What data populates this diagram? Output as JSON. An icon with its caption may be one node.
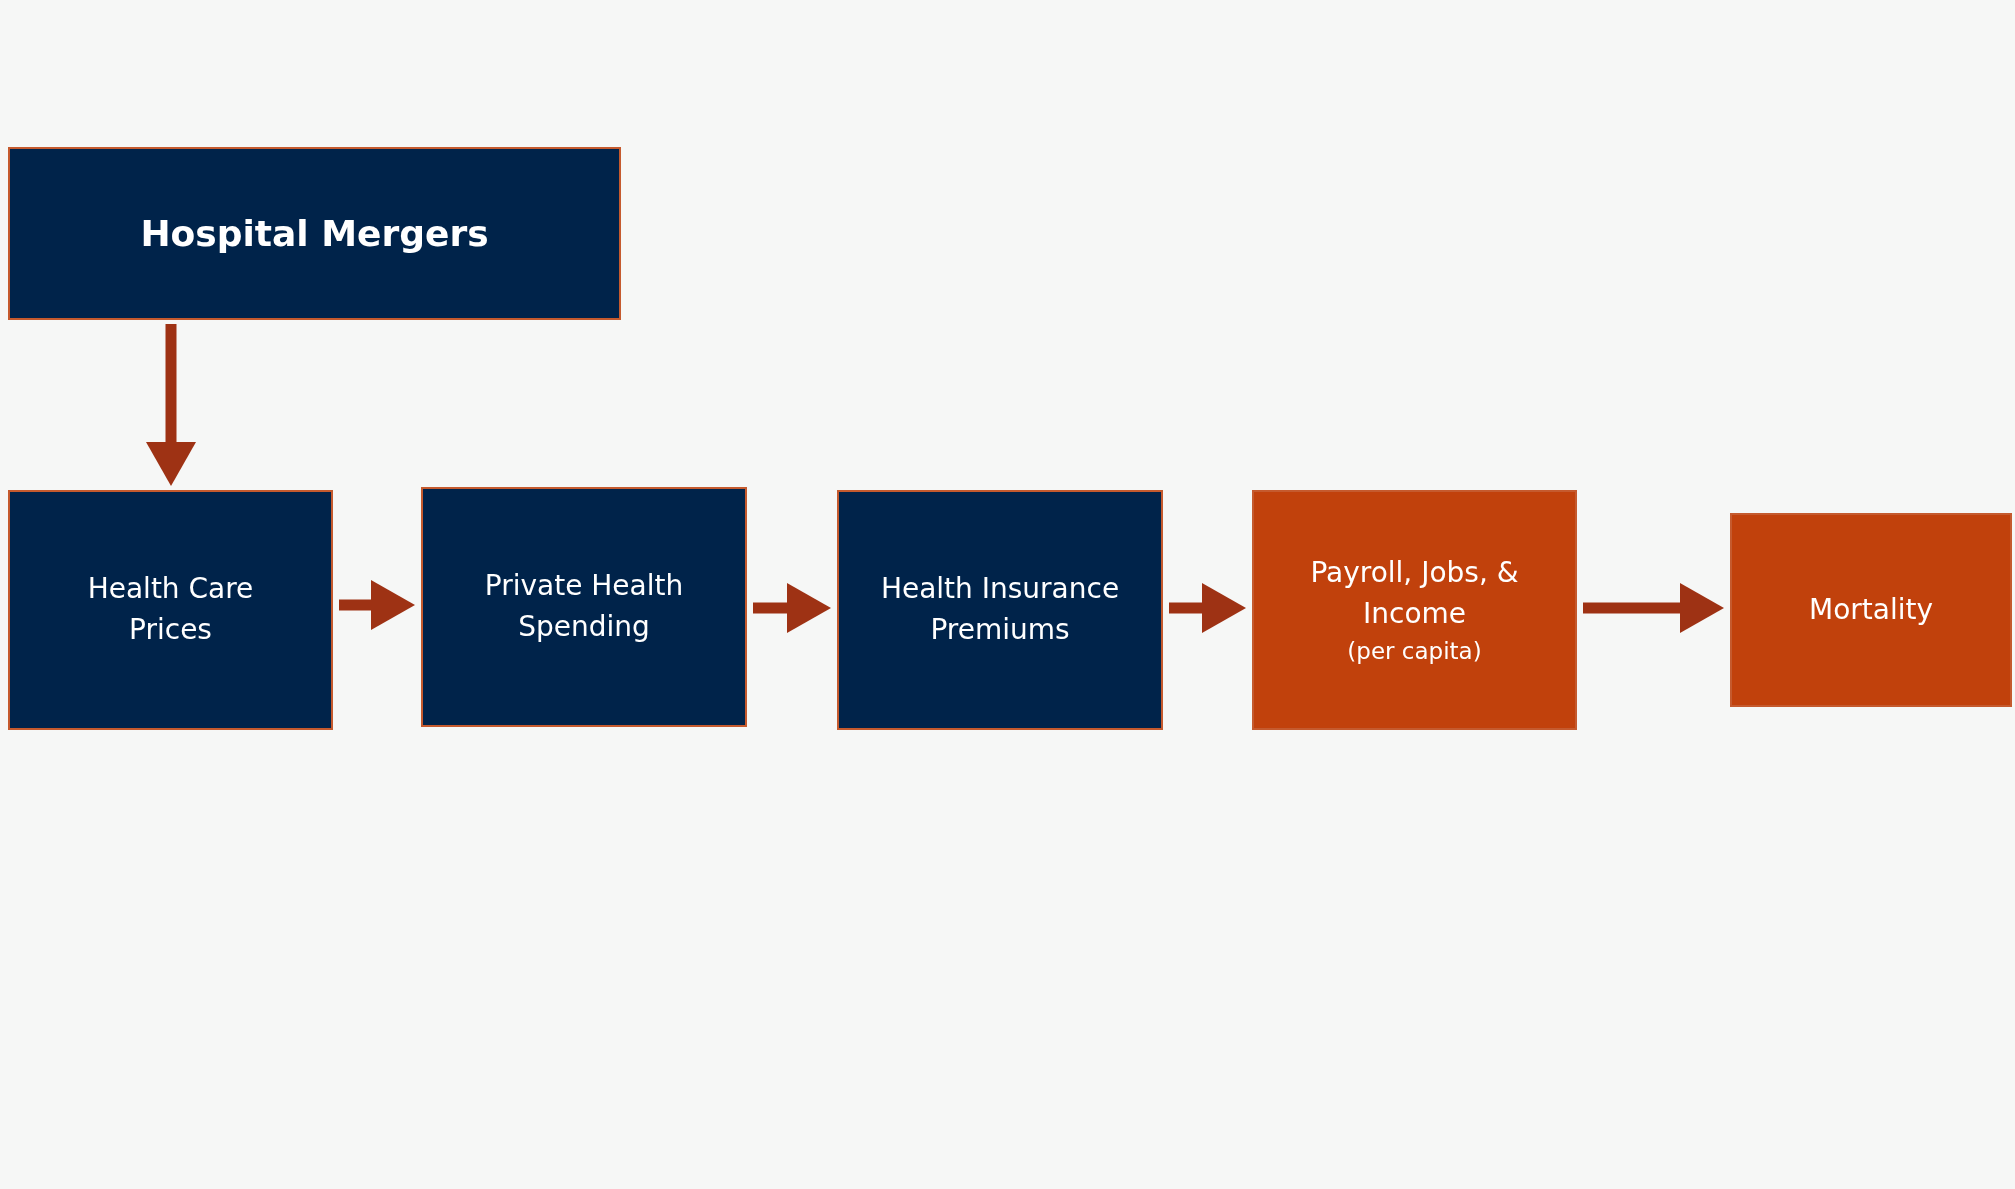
{
  "diagram": {
    "nodes": [
      {
        "text": [
          "Hospital Mergers"
        ]
      },
      {
        "text": [
          "Health Care Prices"
        ]
      },
      {
        "text": [
          "Private Health Spending"
        ]
      },
      {
        "text": [
          "Health Insurance Premiums"
        ]
      },
      {
        "text": [
          "Payroll, Jobs, & Income",
          "(per capita)"
        ]
      },
      {
        "text": [
          "Mortality"
        ]
      }
    ],
    "edges": [
      {
        "from": 0,
        "to": 1,
        "arrow": "to"
      },
      {
        "from": 1,
        "to": 2,
        "arrow": "to"
      },
      {
        "from": 2,
        "to": 3,
        "arrow": "to"
      },
      {
        "from": 3,
        "to": 4,
        "arrow": "to"
      },
      {
        "from": 4,
        "to": 5,
        "arrow": "to"
      }
    ]
  }
}
